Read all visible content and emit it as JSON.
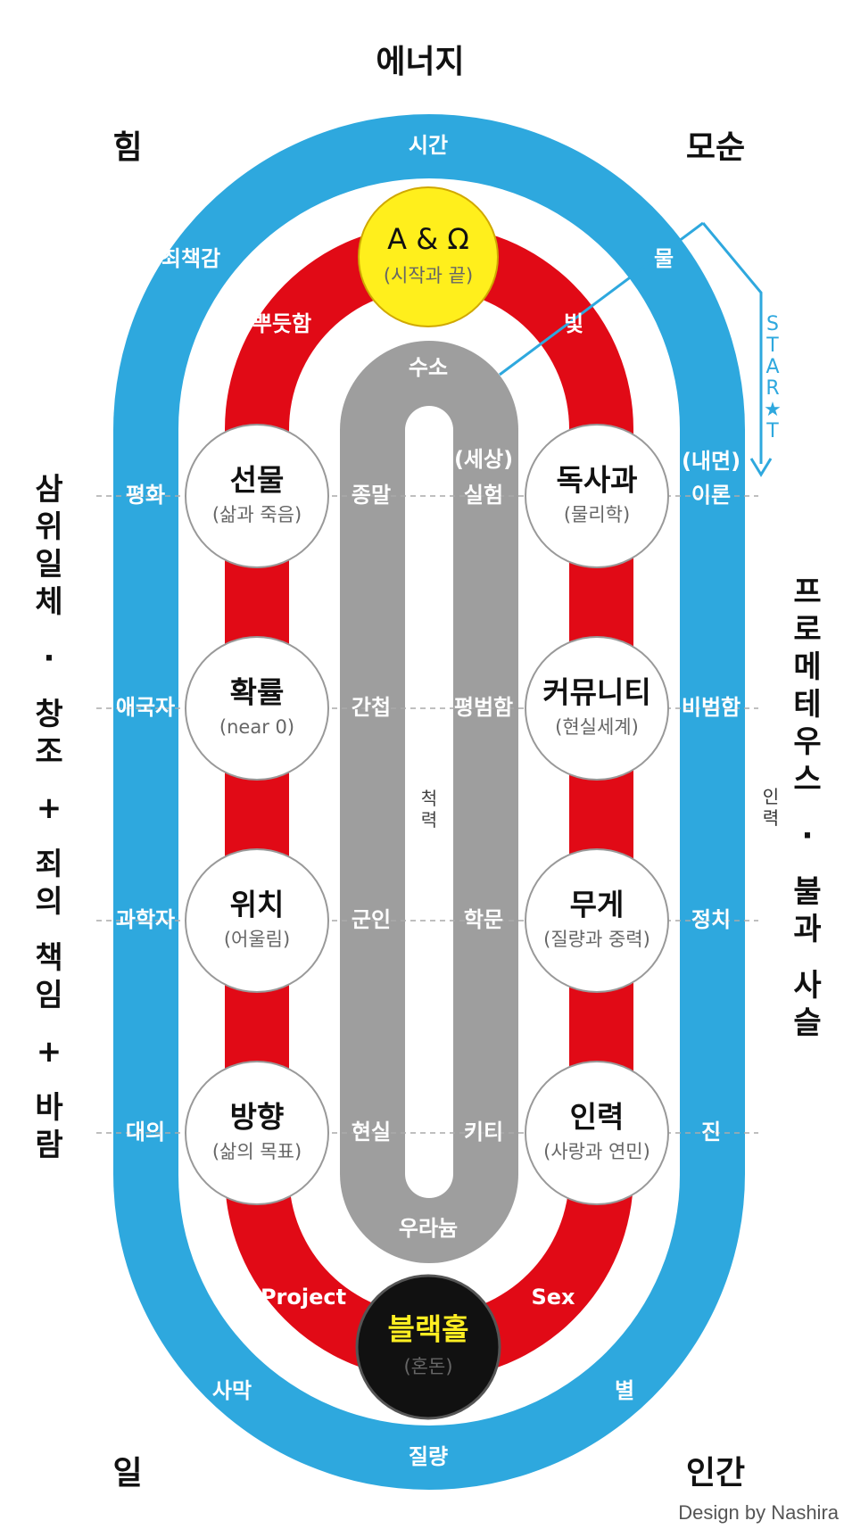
{
  "corners": {
    "top": "에너지",
    "top_left": "힘",
    "top_right": "모순",
    "bottom_left": "일",
    "bottom_right": "인간"
  },
  "blue_loop": {
    "top": "시간",
    "bottom": "질량",
    "upper_left": "죄책감",
    "upper_right": "물",
    "lower_left": "사막",
    "lower_right": "별",
    "left": [
      "평화",
      "애국자",
      "과학자",
      "대의"
    ],
    "right": [
      "(내면)",
      "이론",
      "비범함",
      "정치",
      "진"
    ],
    "right_vertical": "인력"
  },
  "red_loop": {
    "upper_left": "뿌듯함",
    "upper_right": "빛",
    "lower_left": "Project",
    "lower_right": "Sex"
  },
  "gray_loop": {
    "top": "수소",
    "bottom": "우라늄",
    "left": [
      "종말",
      "간첩",
      "군인",
      "현실"
    ],
    "right": [
      "(세상)",
      "실험",
      "평범함",
      "학문",
      "키티"
    ],
    "center_vertical": "척력"
  },
  "top_node": {
    "title": "A & Ω",
    "sub": "(시작과 끝)",
    "color": "#ffef1c"
  },
  "bottom_node": {
    "title": "블랙홀",
    "sub": "(혼돈)",
    "color": "#111111",
    "title_color": "#ffee22"
  },
  "left_nodes": [
    {
      "title": "선물",
      "sub": "(삶과 죽음)"
    },
    {
      "title": "확률",
      "sub": "(near 0)"
    },
    {
      "title": "위치",
      "sub": "(어울림)"
    },
    {
      "title": "방향",
      "sub": "(삶의 목표)"
    }
  ],
  "right_nodes": [
    {
      "title": "독사과",
      "sub": "(물리학)"
    },
    {
      "title": "커뮤니티",
      "sub": "(현실세계)"
    },
    {
      "title": "무게",
      "sub": "(질량과 중력)"
    },
    {
      "title": "인력",
      "sub": "(사랑과 연민)"
    }
  ],
  "left_side": "삼위일체 : 창조 + 죄의 책임 + 바람",
  "right_side": "프로메테우스 : 불과 사슬",
  "start": "START",
  "credit": "Design by Nashira",
  "colors": {
    "blue": "#2ea8de",
    "red": "#e10a16",
    "gray": "#9e9e9e"
  }
}
